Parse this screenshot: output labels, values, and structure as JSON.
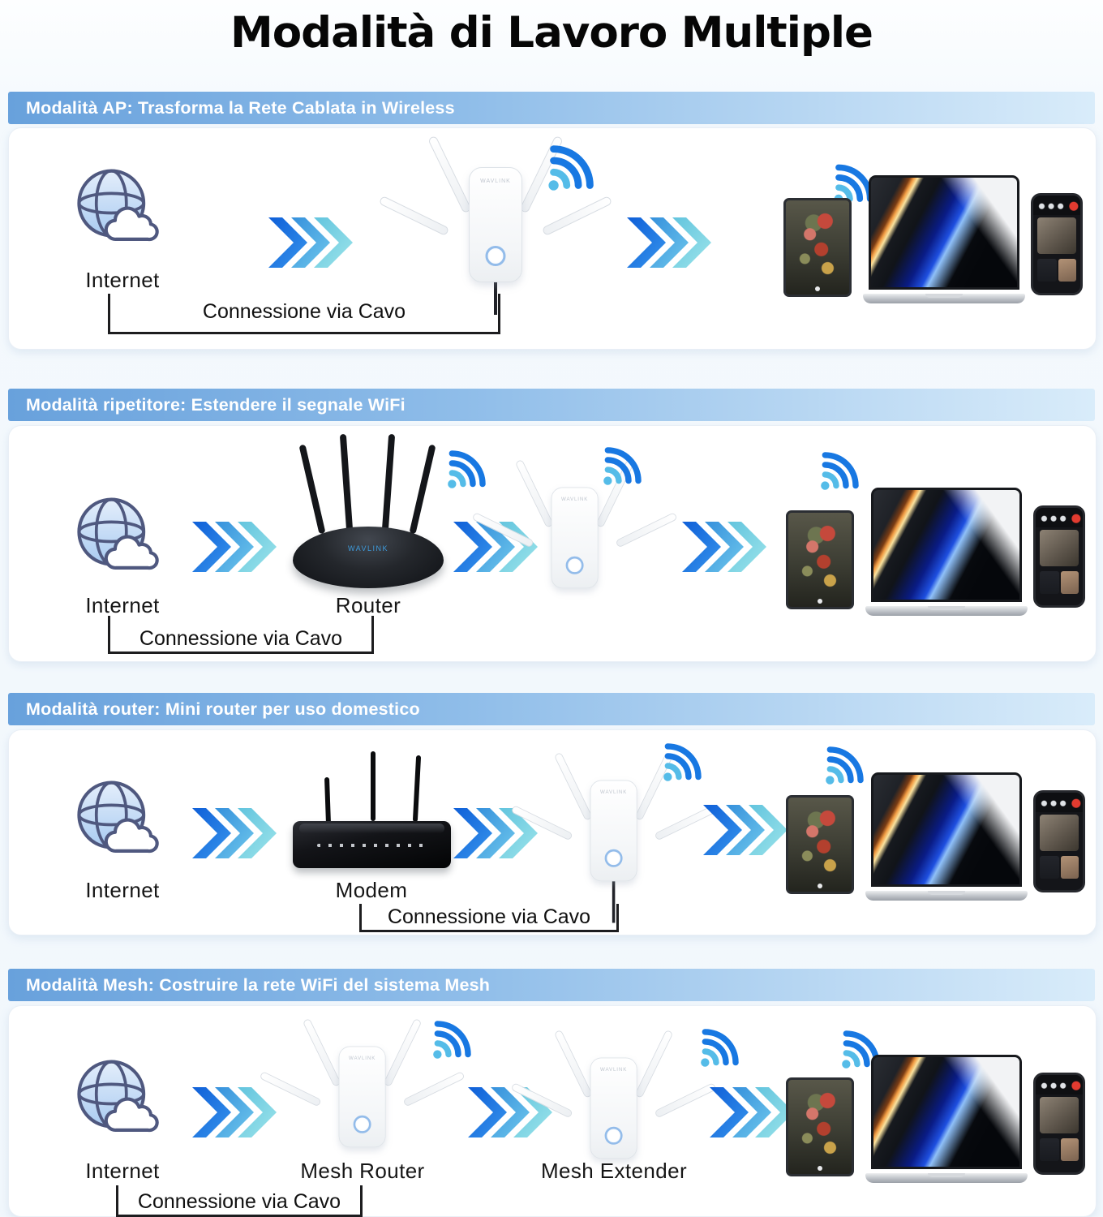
{
  "title": "Modalità di Lavoro Multiple",
  "brand": "WAVLINK",
  "sections": [
    {
      "header": "Modalità AP: Trasforma la Rete Cablata in Wireless",
      "source_label": "Internet",
      "cable_label": "Connessione via Cavo"
    },
    {
      "header": "Modalità ripetitore: Estendere il segnale WiFi",
      "source_label": "Internet",
      "middle_label": "Router",
      "cable_label": "Connessione via Cavo"
    },
    {
      "header": "Modalità router: Mini router per uso domestico",
      "source_label": "Internet",
      "middle_label": "Modem",
      "cable_label": "Connessione via Cavo"
    },
    {
      "header": "Modalità Mesh: Costruire la rete WiFi del sistema Mesh",
      "source_label": "Internet",
      "middle_label": "Mesh Router",
      "extender_label": "Mesh Extender",
      "cable_label": "Connessione via Cavo"
    }
  ],
  "icons": {
    "globe_cloud": "internet-globe-with-cloud",
    "triple_chevron": "triple-chevron-right-arrow",
    "wifi": "wifi-signal"
  },
  "colors": {
    "header_gradient_start": "#68A1DC",
    "header_gradient_end": "#D9ECFA",
    "chevron_blue": "#0F5FD8",
    "chevron_mid": "#3590DC",
    "chevron_cyan": "#62C4DE",
    "wifi_blue": "#1878E2",
    "wifi_light": "#55BCE8",
    "globe_fill": "#A9CBF1",
    "globe_stroke": "#4F587F",
    "panel_bg": "#FFFFFF",
    "page_bg": "#F1F7FC",
    "title_color": "#060606",
    "label_color": "#161616",
    "router_brand_text": "#3E9BDC"
  }
}
